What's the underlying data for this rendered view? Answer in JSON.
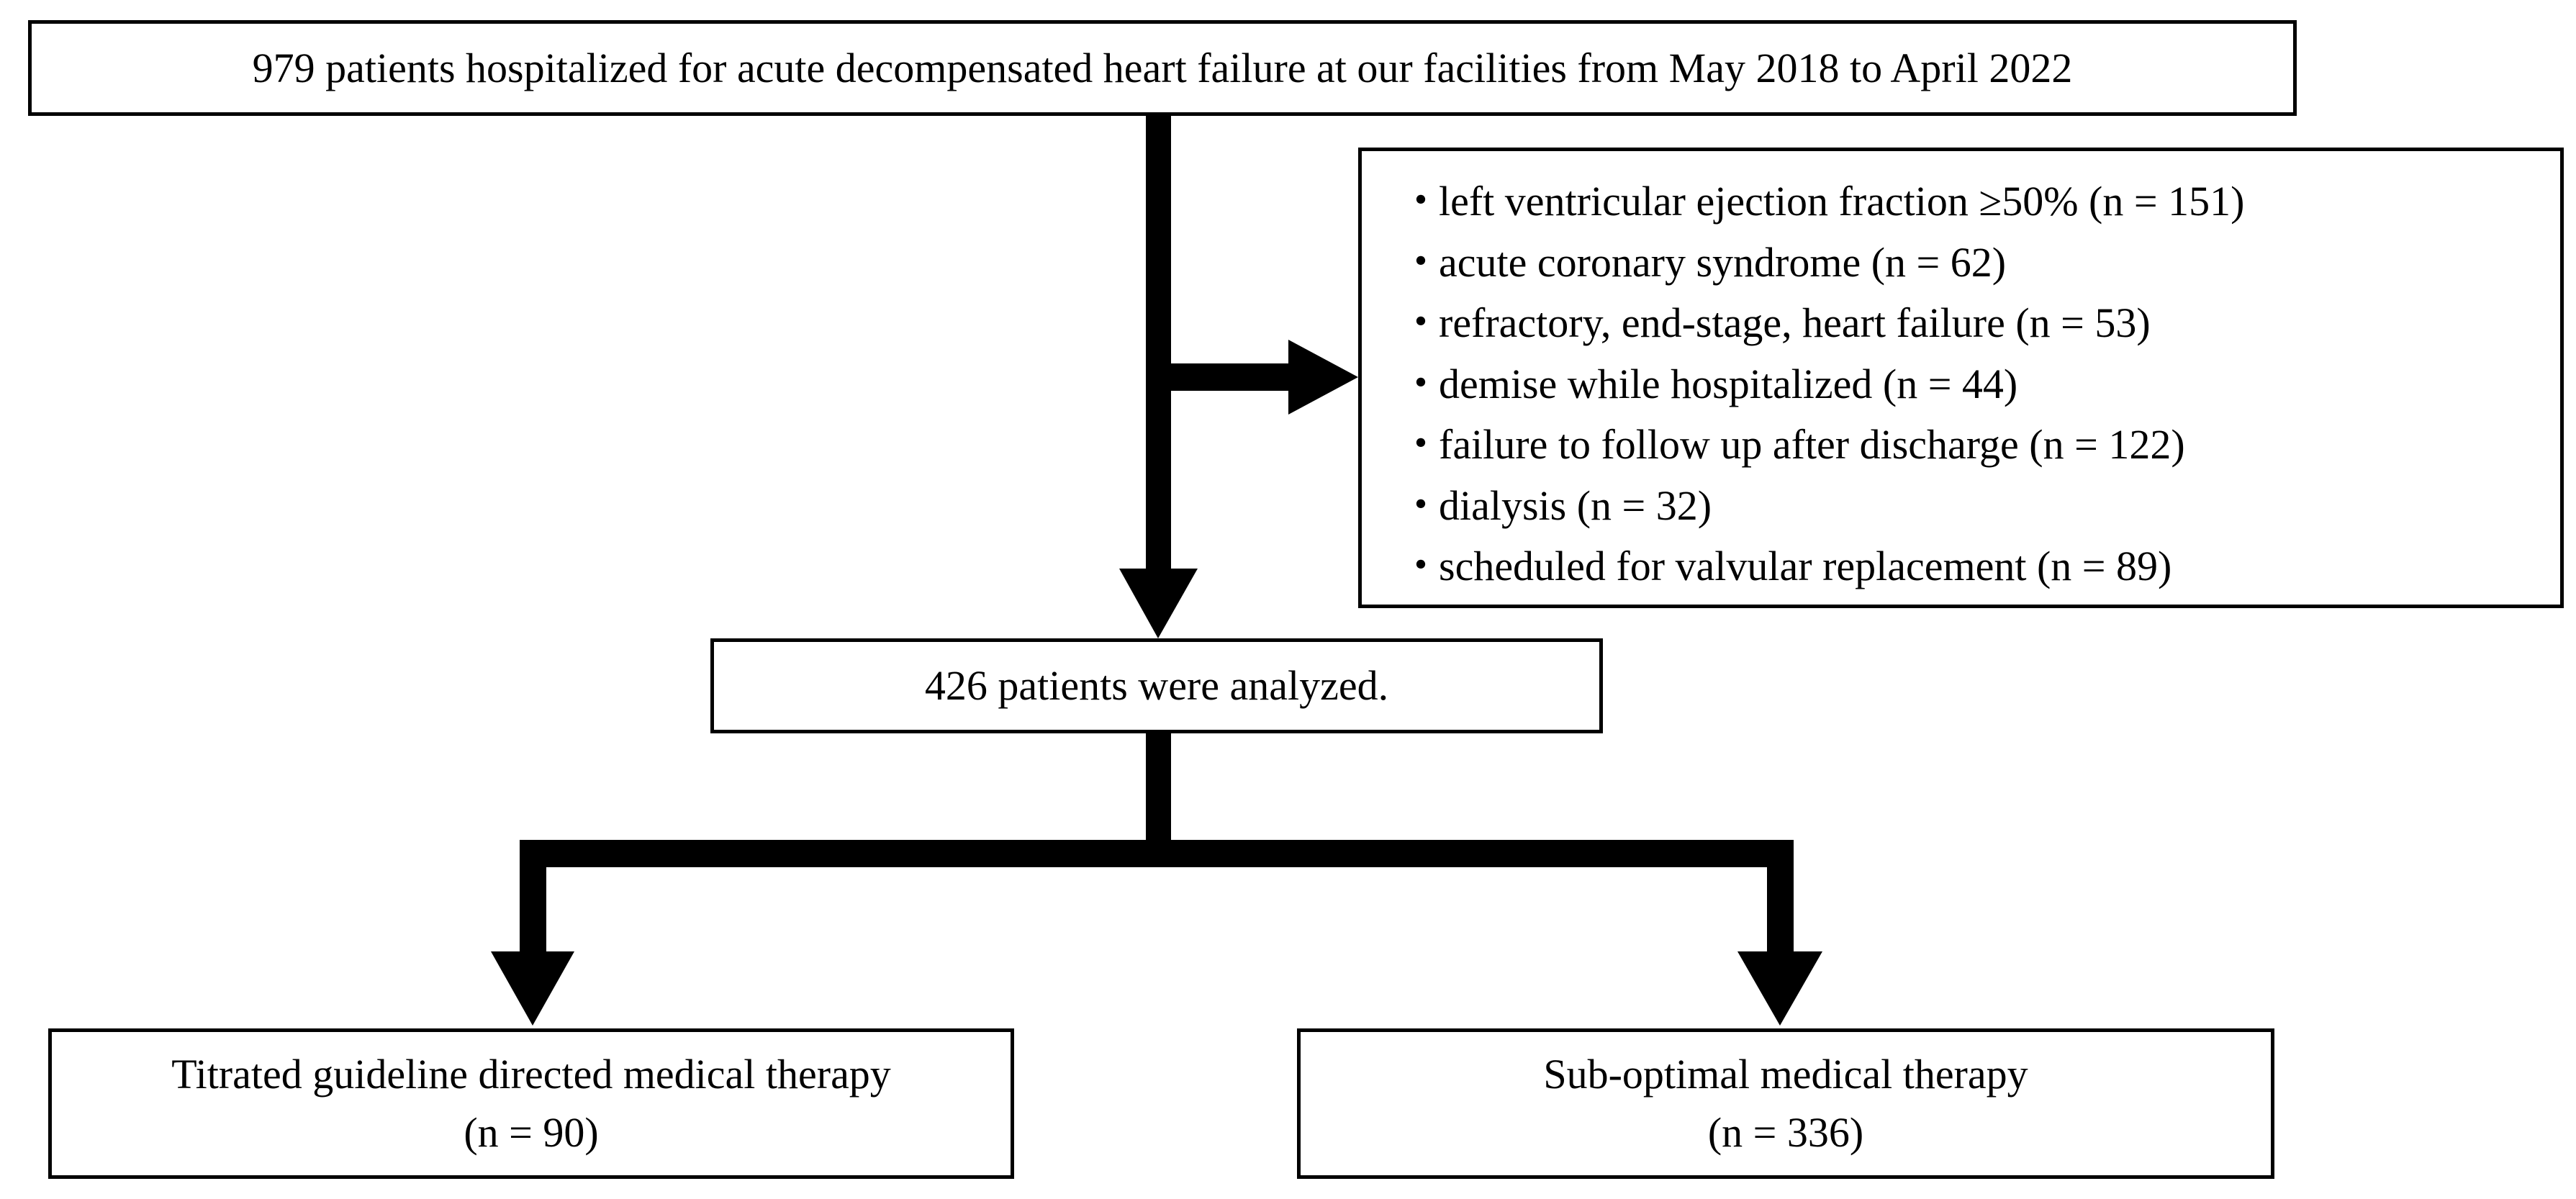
{
  "flow": {
    "top": "979 patients hospitalized for acute decompensated heart failure at our facilities from May 2018 to April 2022",
    "exclusions": [
      "left ventricular ejection fraction ≥50% (n = 151)",
      "acute coronary syndrome (n = 62)",
      "refractory, end-stage, heart failure (n = 53)",
      "demise while hospitalized (n = 44)",
      "failure to follow up after discharge (n = 122)",
      "dialysis (n = 32)",
      "scheduled for valvular replacement (n = 89)"
    ],
    "bullet": "・",
    "analyzed": "426 patients were analyzed.",
    "left": {
      "label": "Titrated guideline directed medical therapy",
      "n": "(n = 90)"
    },
    "right": {
      "label": "Sub-optimal medical therapy",
      "n": "(n = 336)"
    }
  },
  "colors": {
    "line": "#000000",
    "background": "#ffffff"
  }
}
